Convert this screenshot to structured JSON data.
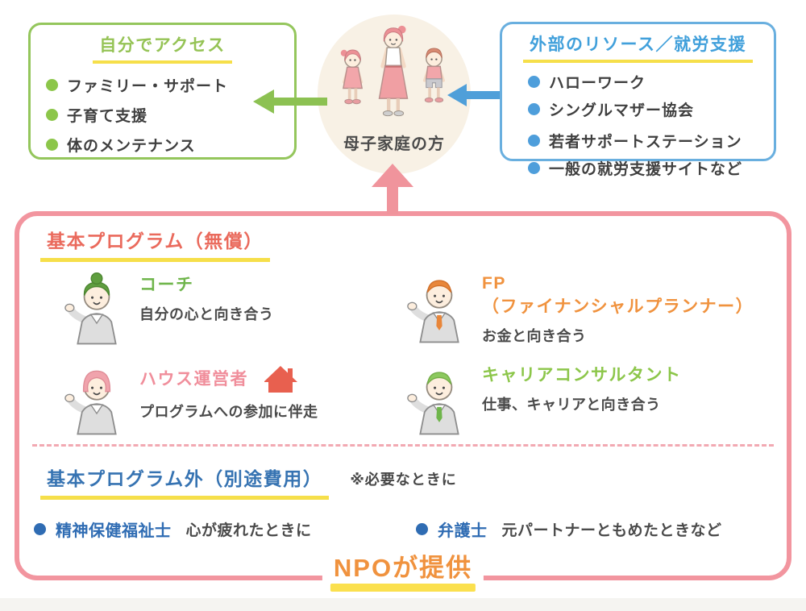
{
  "colors": {
    "green": "#8cc152",
    "blue": "#4f9fd9",
    "dark_blue": "#2f6cb3",
    "pink_border": "#f2959f",
    "red_title": "#ea6a5c",
    "orange": "#f0923e",
    "yellow_underline": "#f6df4a",
    "text_dark": "#3f3f3f",
    "circle_bg": "#f8f1e5",
    "house_red": "#e8604f"
  },
  "self_access": {
    "title": "自分でアクセス",
    "items": [
      "ファミリー・サポート",
      "子育て支援",
      "体のメンテナンス"
    ]
  },
  "external_resources": {
    "title": "外部のリソース／就労支援",
    "items": [
      "ハローワーク",
      "シングルマザー協会",
      "若者サポートステーション",
      "一般の就労支援サイトなど"
    ]
  },
  "center": {
    "label": "母子家庭の方"
  },
  "basic_program": {
    "title": "基本プログラム（無償）",
    "coach": {
      "name": "コーチ",
      "desc": "自分の心と向き合う"
    },
    "fp": {
      "name_line1": "FP",
      "name_line2": "（ファイナンシャルプランナー）",
      "desc": "お金と向き合う"
    },
    "house": {
      "name": "ハウス運営者",
      "desc": "プログラムへの参加に伴走"
    },
    "career": {
      "name": "キャリアコンサルタント",
      "desc": "仕事、キャリアと向き合う"
    }
  },
  "extra_program": {
    "title": "基本プログラム外（別途費用）",
    "note": "※必要なときに",
    "items": [
      {
        "name": "精神保健福祉士",
        "desc": "心が疲れたときに"
      },
      {
        "name": "弁護士",
        "desc": "元パートナーともめたときなど"
      }
    ]
  },
  "footer": {
    "label": "NPOが提供"
  }
}
